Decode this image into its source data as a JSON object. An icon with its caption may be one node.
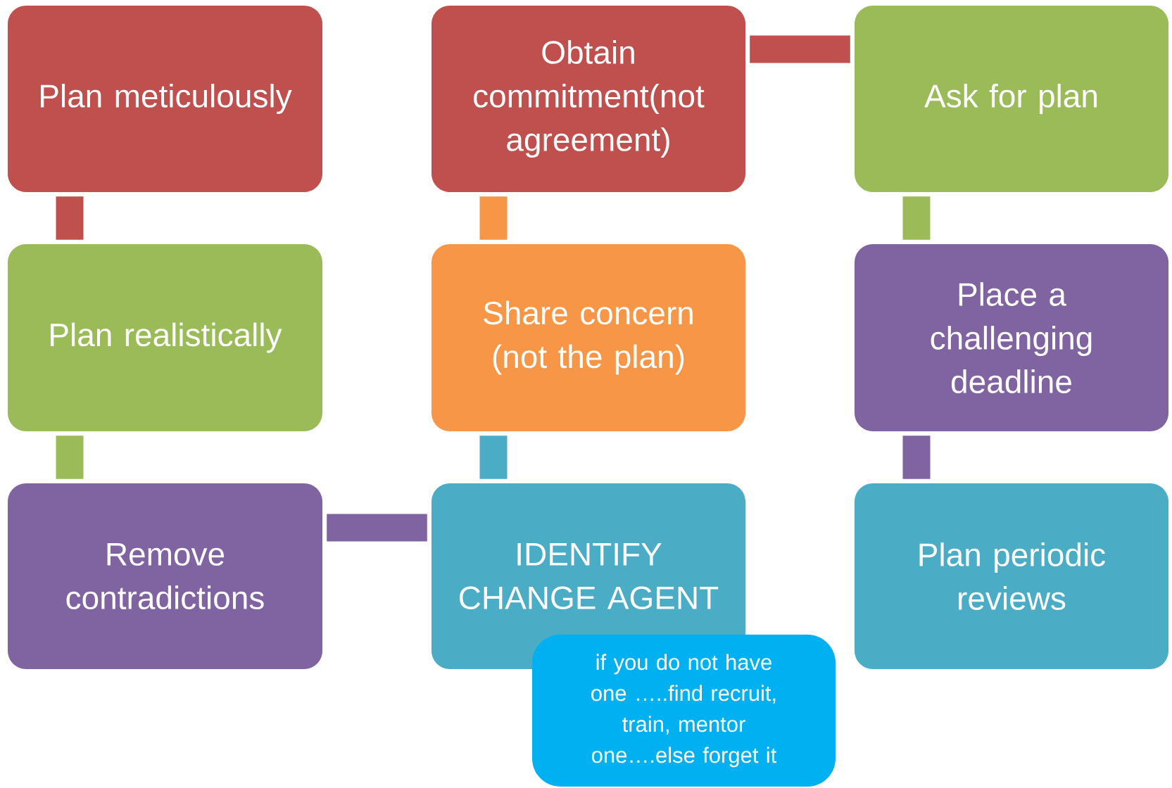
{
  "diagram": {
    "nodes": [
      {
        "text": [
          "Plan meticulously"
        ]
      },
      {
        "text": [
          "Obtain commitment(not agreement)"
        ]
      },
      {
        "text": [
          "Ask for plan"
        ]
      },
      {
        "text": [
          "Plan realistically"
        ]
      },
      {
        "text": [
          "Share concern (not the plan)"
        ]
      },
      {
        "text": [
          "Place a challenging deadline"
        ]
      },
      {
        "text": [
          "Remove contradictions"
        ]
      },
      {
        "text": [
          "IDENTIFY CHANGE AGENT"
        ]
      },
      {
        "text": [
          "Plan periodic reviews"
        ]
      },
      {
        "text": [
          "if you do not have one …..find recruit, train, mentor one….else forget it"
        ]
      }
    ],
    "edges": [
      {
        "from": 0,
        "to": 3,
        "arrow": "none",
        "color": "#c0504d"
      },
      {
        "from": 3,
        "to": 6,
        "arrow": "none",
        "color": "#9bbb59"
      },
      {
        "from": 6,
        "to": 7,
        "arrow": "none",
        "color": "#8064a2"
      },
      {
        "from": 7,
        "to": 4,
        "arrow": "none",
        "color": "#4bacc6"
      },
      {
        "from": 4,
        "to": 1,
        "arrow": "none",
        "color": "#f79646"
      },
      {
        "from": 1,
        "to": 2,
        "arrow": "none",
        "color": "#c0504d"
      },
      {
        "from": 2,
        "to": 5,
        "arrow": "none",
        "color": "#9bbb59"
      },
      {
        "from": 5,
        "to": 8,
        "arrow": "none",
        "color": "#8064a2"
      }
    ]
  }
}
